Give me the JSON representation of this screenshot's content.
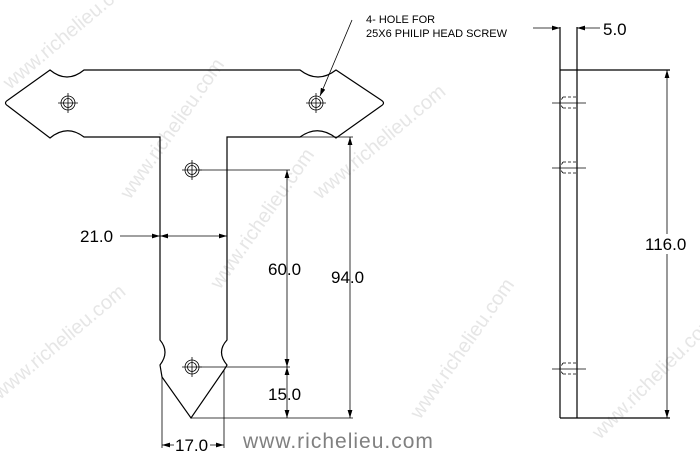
{
  "note": {
    "line1": "4- HOLE FOR",
    "line2": "25X6 PHILIP HEAD SCREW"
  },
  "dimensions": {
    "stem_width": "21.0",
    "hole_spacing": "60.0",
    "stem_height": "94.0",
    "tip_offset": "15.0",
    "tip_width": "17.0",
    "thickness": "5.0",
    "total_height": "116.0"
  },
  "watermark": "www.richelieu.com",
  "website": "www.richelieu.com"
}
